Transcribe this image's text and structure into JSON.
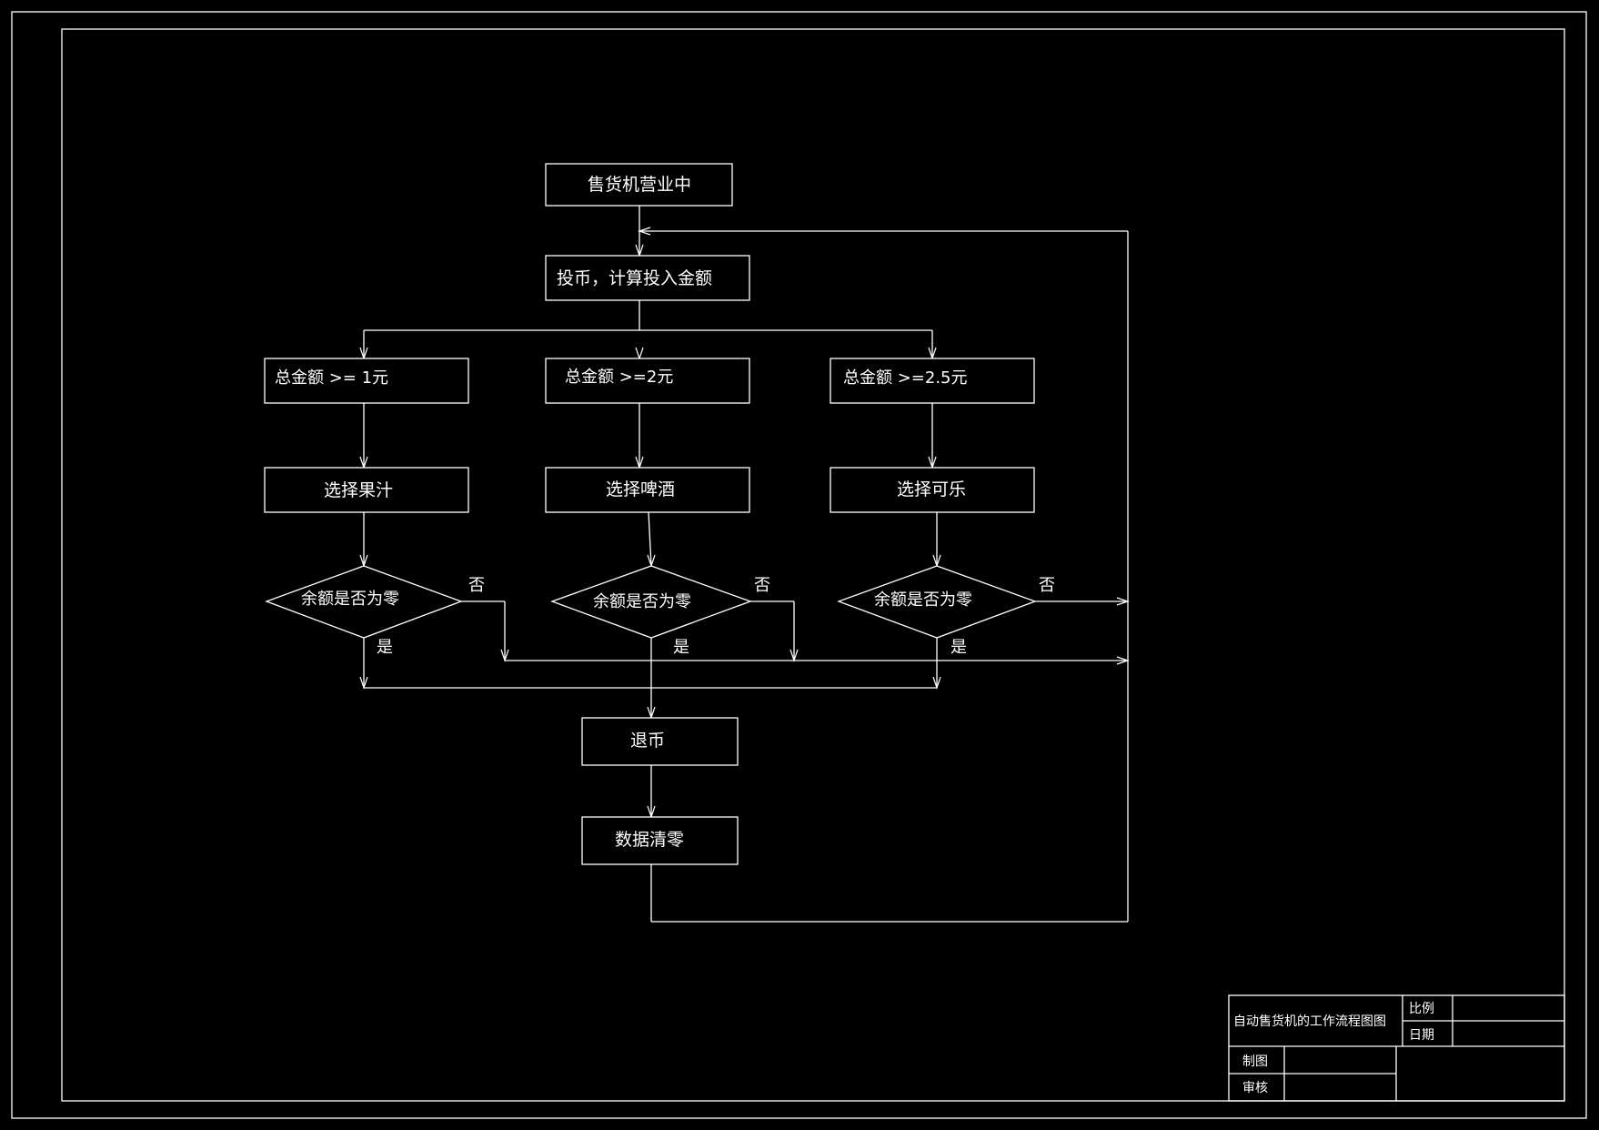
{
  "diagram": {
    "nodes": {
      "start": "售货机营业中",
      "insert": "投币，计算投入金额",
      "cond1": "总金额 >= 1元",
      "cond2": "总金额 >=2元",
      "cond3": "总金额 >=2.5元",
      "select1": "选择果汁",
      "select2": "选择啤酒",
      "select3": "选择可乐",
      "check1": "余额是否为零",
      "check2": "余额是否为零",
      "check3": "余额是否为零",
      "refund": "退币",
      "reset": "数据清零"
    },
    "edge_labels": {
      "no1": "否",
      "no2": "否",
      "no3": "否",
      "yes1": "是",
      "yes2": "是",
      "yes3": "是"
    }
  },
  "title_block": {
    "drawing_title": "自动售货机的工作流程图图",
    "scale_label": "比例",
    "date_label": "日期",
    "drawn_label": "制图",
    "review_label": "审核"
  },
  "colors": {
    "background": "#000000",
    "stroke": "#ffffff"
  }
}
